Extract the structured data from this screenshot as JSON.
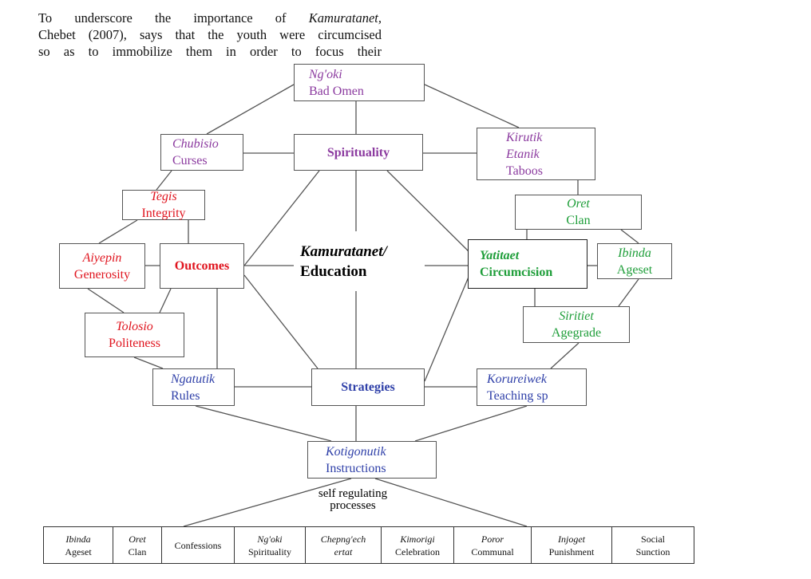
{
  "paragraph": {
    "line1_pre": "To underscore the importance of ",
    "line1_italic": "Kamuratanet,",
    "line2": "Chebet (2007), says that the youth were circumcised",
    "line3": "so as to immobilize them in order to focus their"
  },
  "nodes": {
    "ngoki": {
      "l1": "Ng'oki",
      "l2": "Bad Omen"
    },
    "chubisio": {
      "l1": "Chubisio",
      "l2": "Curses"
    },
    "spirituality": {
      "l1": "Spirituality"
    },
    "kirutik": {
      "l1": "Kirutik",
      "l2": "Etanik",
      "l3": "Taboos"
    },
    "tegis": {
      "l1": "Tegis",
      "l2": "Integrity"
    },
    "oret": {
      "l1": "Oret",
      "l2": "Clan"
    },
    "aiyepin": {
      "l1": "Aiyepin",
      "l2": "Generosity"
    },
    "outcomes": {
      "l1": "Outcomes"
    },
    "center": {
      "l1": "Kamuratanet/",
      "l2": "Education"
    },
    "yatitaet": {
      "l1": "Yatitaet",
      "l2": "Circumcision"
    },
    "ibinda": {
      "l1": "Ibinda",
      "l2": "Ageset"
    },
    "siritiet": {
      "l1": "Siritiet",
      "l2": "Agegrade"
    },
    "tolosio": {
      "l1": "Tolosio",
      "l2": "Politeness"
    },
    "ngatutik": {
      "l1": "Ngatutik",
      "l2": "Rules"
    },
    "strategies": {
      "l1": "Strategies"
    },
    "korureiwek": {
      "l1": "Korureiwek",
      "l2": "Teaching sp"
    },
    "kotigonutik": {
      "l1": "Kotigonutik",
      "l2": "Instructions"
    }
  },
  "self_regulating": {
    "l1": "self regulating",
    "l2": "processes"
  },
  "table": [
    {
      "l1": "Ibinda",
      "l2": "Ageset"
    },
    {
      "l1": "Oret",
      "l2": "Clan"
    },
    {
      "l1": "",
      "l2": "Confessions"
    },
    {
      "l1": "Ng'oki",
      "l2": "Spirituality"
    },
    {
      "l1": "Chepng'ech",
      "l2": "ertat"
    },
    {
      "l1": "Kimorigi",
      "l2": "Celebration"
    },
    {
      "l1": "Poror",
      "l2": "Communal"
    },
    {
      "l1": "Injoget",
      "l2": "Punishment"
    },
    {
      "l1": "Social",
      "l2": "Sunction"
    }
  ],
  "colors": {
    "purple": "#8b3a9f",
    "red": "#e0141e",
    "green": "#1f9e3a",
    "blue": "#2e3fa8"
  }
}
